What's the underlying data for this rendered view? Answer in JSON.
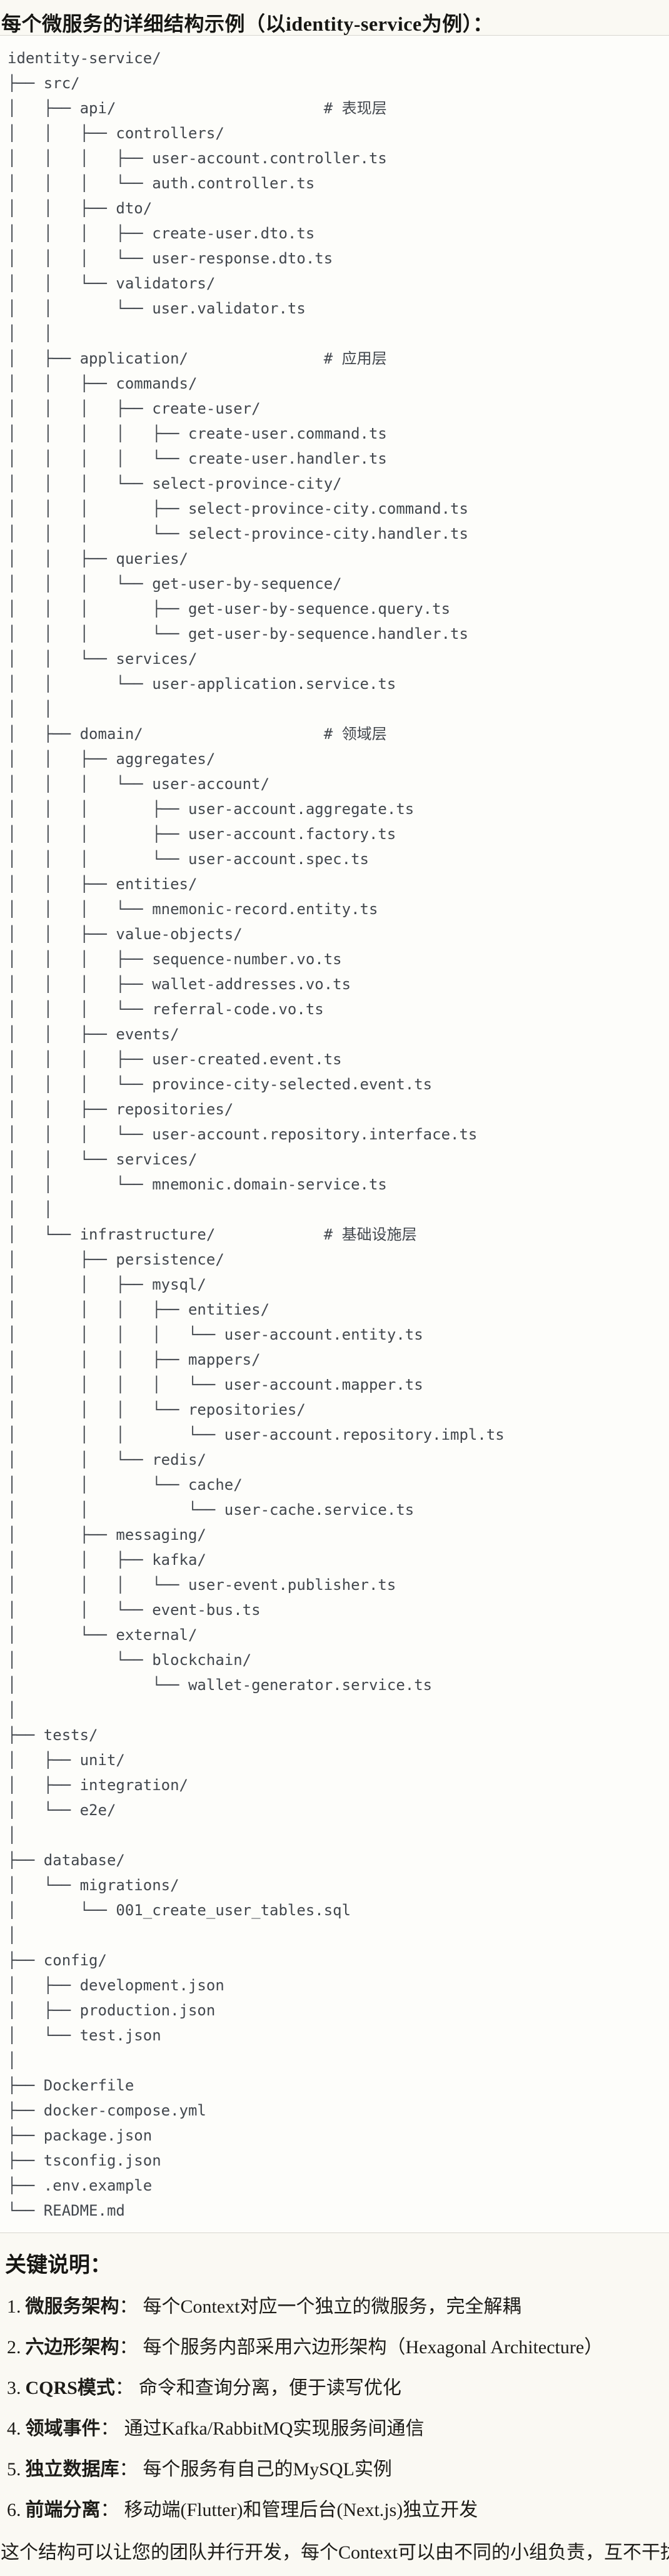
{
  "page": {
    "title": "每个微服务的详细结构示例（以identity-service为例）："
  },
  "tree": {
    "lines": [
      "identity-service/",
      "├── src/",
      "│   ├── api/                       # 表现层",
      "│   │   ├── controllers/",
      "│   │   │   ├── user-account.controller.ts",
      "│   │   │   └── auth.controller.ts",
      "│   │   ├── dto/",
      "│   │   │   ├── create-user.dto.ts",
      "│   │   │   └── user-response.dto.ts",
      "│   │   └── validators/",
      "│   │       └── user.validator.ts",
      "│   │",
      "│   ├── application/               # 应用层",
      "│   │   ├── commands/",
      "│   │   │   ├── create-user/",
      "│   │   │   │   ├── create-user.command.ts",
      "│   │   │   │   └── create-user.handler.ts",
      "│   │   │   └── select-province-city/",
      "│   │   │       ├── select-province-city.command.ts",
      "│   │   │       └── select-province-city.handler.ts",
      "│   │   ├── queries/",
      "│   │   │   └── get-user-by-sequence/",
      "│   │   │       ├── get-user-by-sequence.query.ts",
      "│   │   │       └── get-user-by-sequence.handler.ts",
      "│   │   └── services/",
      "│   │       └── user-application.service.ts",
      "│   │",
      "│   ├── domain/                    # 领域层",
      "│   │   ├── aggregates/",
      "│   │   │   └── user-account/",
      "│   │   │       ├── user-account.aggregate.ts",
      "│   │   │       ├── user-account.factory.ts",
      "│   │   │       └── user-account.spec.ts",
      "│   │   ├── entities/",
      "│   │   │   └── mnemonic-record.entity.ts",
      "│   │   ├── value-objects/",
      "│   │   │   ├── sequence-number.vo.ts",
      "│   │   │   ├── wallet-addresses.vo.ts",
      "│   │   │   └── referral-code.vo.ts",
      "│   │   ├── events/",
      "│   │   │   ├── user-created.event.ts",
      "│   │   │   └── province-city-selected.event.ts",
      "│   │   ├── repositories/",
      "│   │   │   └── user-account.repository.interface.ts",
      "│   │   └── services/",
      "│   │       └── mnemonic.domain-service.ts",
      "│   │",
      "│   └── infrastructure/            # 基础设施层",
      "│       ├── persistence/",
      "│       │   ├── mysql/",
      "│       │   │   ├── entities/",
      "│       │   │   │   └── user-account.entity.ts",
      "│       │   │   ├── mappers/",
      "│       │   │   │   └── user-account.mapper.ts",
      "│       │   │   └── repositories/",
      "│       │   │       └── user-account.repository.impl.ts",
      "│       │   └── redis/",
      "│       │       └── cache/",
      "│       │           └── user-cache.service.ts",
      "│       ├── messaging/",
      "│       │   ├── kafka/",
      "│       │   │   └── user-event.publisher.ts",
      "│       │   └── event-bus.ts",
      "│       └── external/",
      "│           └── blockchain/",
      "│               └── wallet-generator.service.ts",
      "│",
      "├── tests/",
      "│   ├── unit/",
      "│   ├── integration/",
      "│   └── e2e/",
      "│",
      "├── database/",
      "│   └── migrations/",
      "│       └── 001_create_user_tables.sql",
      "│",
      "├── config/",
      "│   ├── development.json",
      "│   ├── production.json",
      "│   └── test.json",
      "│",
      "├── Dockerfile",
      "├── docker-compose.yml",
      "├── package.json",
      "├── tsconfig.json",
      "├── .env.example",
      "└── README.md"
    ]
  },
  "notes": {
    "heading": "关键说明：",
    "items": [
      {
        "num": "1.",
        "label": "微服务架构",
        "colon": "：",
        "desc": "每个Context对应一个独立的微服务，完全解耦"
      },
      {
        "num": "2.",
        "label": "六边形架构",
        "colon": "：",
        "desc": "每个服务内部采用六边形架构（Hexagonal Architecture）"
      },
      {
        "num": "3.",
        "label": "CQRS模式",
        "colon": "：",
        "desc": "命令和查询分离，便于读写优化"
      },
      {
        "num": "4.",
        "label": "领域事件",
        "colon": "：",
        "desc": "通过Kafka/RabbitMQ实现服务间通信"
      },
      {
        "num": "5.",
        "label": "独立数据库",
        "colon": "：",
        "desc": "每个服务有自己的MySQL实例"
      },
      {
        "num": "6.",
        "label": "前端分离",
        "colon": "：",
        "desc": "移动端(Flutter)和管理后台(Next.js)独立开发"
      }
    ],
    "footer": "这个结构可以让您的团队并行开发，每个Context可以由不同的小组负责，互不干扰。"
  },
  "colors": {
    "page_background": "#faf9f3",
    "code_background": "#fdfdfa",
    "divider": "#d8d7d0",
    "code_text": "#42474d",
    "body_text": "#1d1c18"
  }
}
